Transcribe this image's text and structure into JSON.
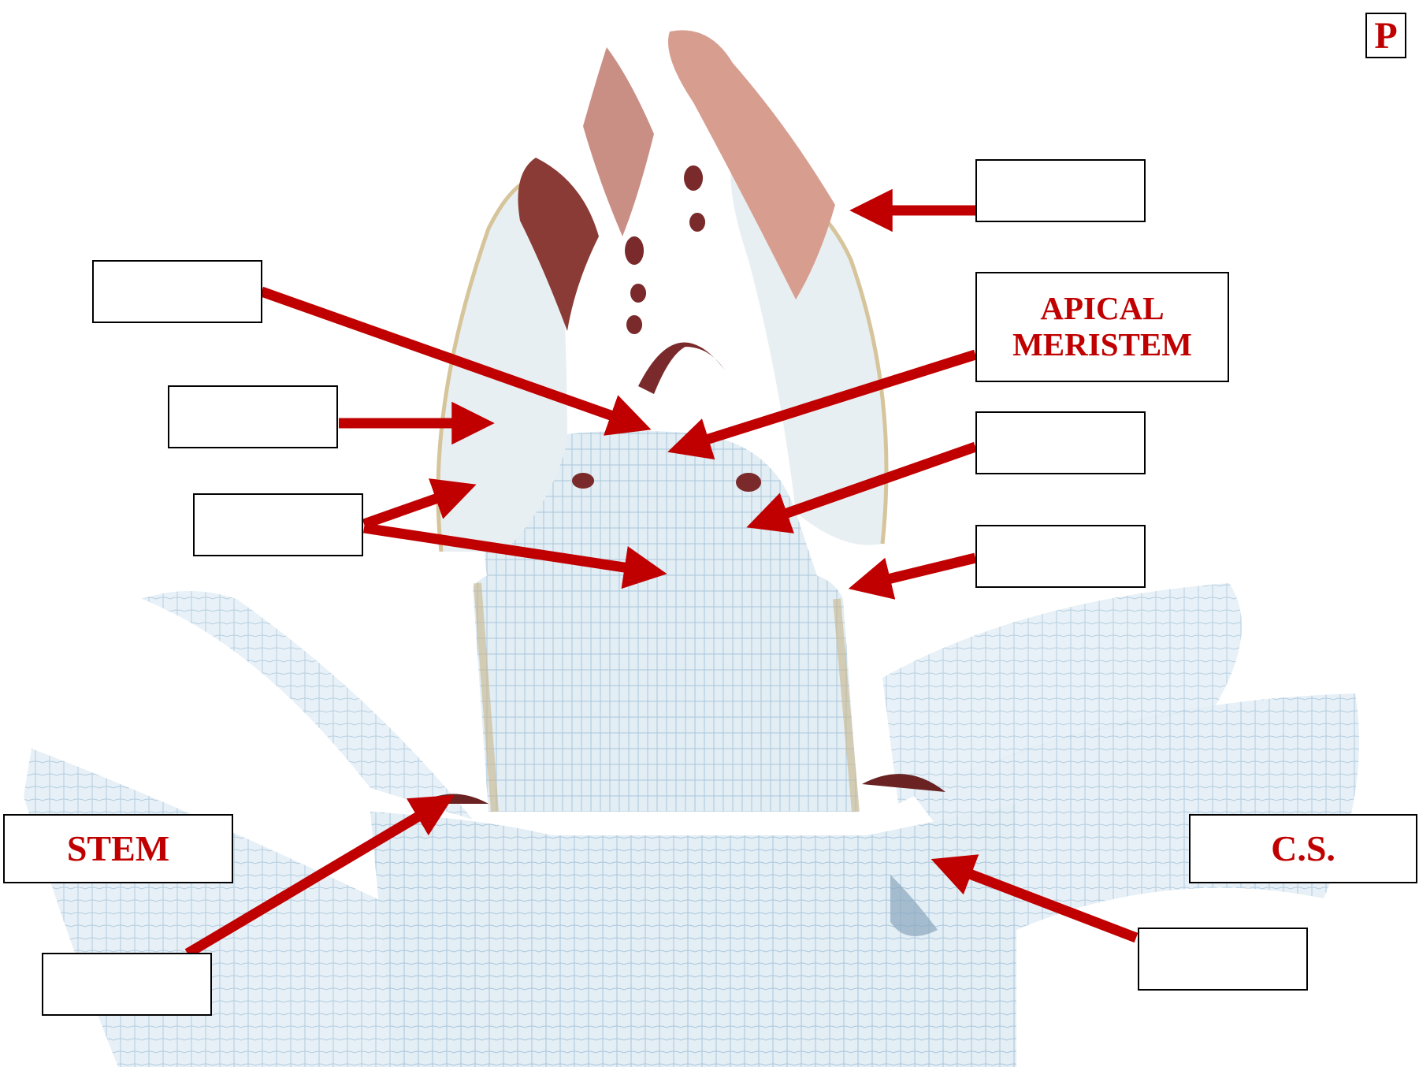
{
  "colors": {
    "accent": "#c00000",
    "arrow": "#c00000",
    "tissue": "#dbe8f0",
    "tissue_line": "#9fbfd6",
    "stain": "#7a2a2a",
    "stain_light": "#c98f85",
    "box_border": "#000000"
  },
  "corner_badge": "P",
  "labels": {
    "top_right_blank": "",
    "left_upper_blank": "",
    "apical_meristem": {
      "line1": "APICAL",
      "line2": "MERISTEM"
    },
    "left_middle_blank": "",
    "right_middle_blank": "",
    "left_lower_blank": "",
    "right_lower_blank": "",
    "stem": "STEM",
    "cs": "C.S.",
    "bottom_left_blank": "",
    "bottom_right_blank": ""
  },
  "icons": {
    "arrow": "arrow-right-icon"
  }
}
